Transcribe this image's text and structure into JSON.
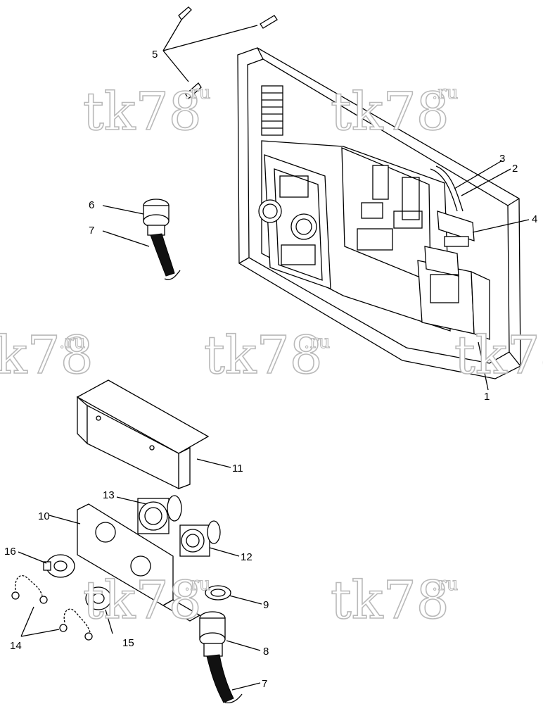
{
  "watermark": {
    "main": "tk78",
    "suffix": ".ru"
  },
  "callouts": [
    "1",
    "2",
    "3",
    "4",
    "5",
    "6",
    "7",
    "8",
    "9",
    "10",
    "11",
    "12",
    "13",
    "14",
    "15",
    "16"
  ]
}
